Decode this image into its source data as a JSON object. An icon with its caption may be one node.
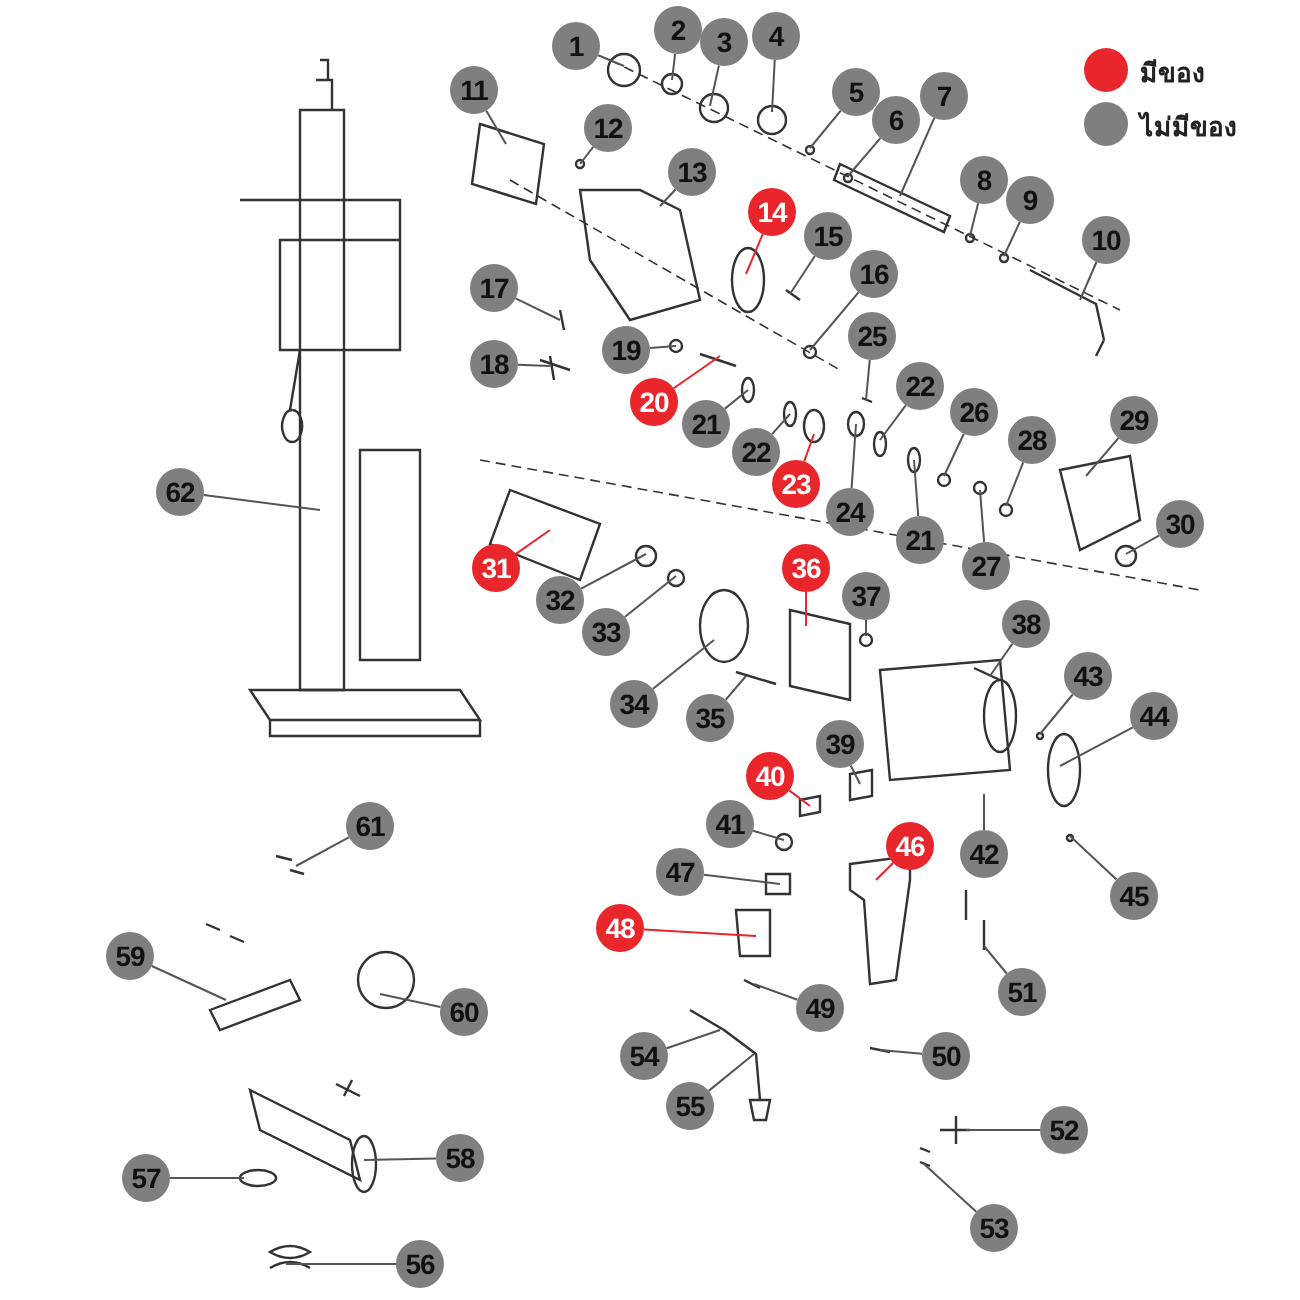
{
  "diagram": {
    "nodes": [
      {
        "text": [
          "1"
        ]
      },
      {
        "text": [
          "2"
        ]
      },
      {
        "text": [
          "3"
        ]
      },
      {
        "text": [
          "4"
        ]
      },
      {
        "text": [
          "5"
        ]
      },
      {
        "text": [
          "6"
        ]
      },
      {
        "text": [
          "7"
        ]
      },
      {
        "text": [
          "8"
        ]
      },
      {
        "text": [
          "9"
        ]
      },
      {
        "text": [
          "10"
        ]
      },
      {
        "text": [
          "11"
        ]
      },
      {
        "text": [
          "12"
        ]
      },
      {
        "text": [
          "13"
        ]
      },
      {
        "text": [
          "14"
        ]
      },
      {
        "text": [
          "15"
        ]
      },
      {
        "text": [
          "16"
        ]
      },
      {
        "text": [
          "17"
        ]
      },
      {
        "text": [
          "18"
        ]
      },
      {
        "text": [
          "19"
        ]
      },
      {
        "text": [
          "20"
        ]
      },
      {
        "text": [
          "21"
        ]
      },
      {
        "text": [
          "21"
        ]
      },
      {
        "text": [
          "22"
        ]
      },
      {
        "text": [
          "22"
        ]
      },
      {
        "text": [
          "23"
        ]
      },
      {
        "text": [
          "24"
        ]
      },
      {
        "text": [
          "25"
        ]
      },
      {
        "text": [
          "26"
        ]
      },
      {
        "text": [
          "27"
        ]
      },
      {
        "text": [
          "28"
        ]
      },
      {
        "text": [
          "29"
        ]
      },
      {
        "text": [
          "30"
        ]
      },
      {
        "text": [
          "31"
        ]
      },
      {
        "text": [
          "32"
        ]
      },
      {
        "text": [
          "33"
        ]
      },
      {
        "text": [
          "34"
        ]
      },
      {
        "text": [
          "35"
        ]
      },
      {
        "text": [
          "36"
        ]
      },
      {
        "text": [
          "37"
        ]
      },
      {
        "text": [
          "38"
        ]
      },
      {
        "text": [
          "39"
        ]
      },
      {
        "text": [
          "40"
        ]
      },
      {
        "text": [
          "41"
        ]
      },
      {
        "text": [
          "42"
        ]
      },
      {
        "text": [
          "43"
        ]
      },
      {
        "text": [
          "44"
        ]
      },
      {
        "text": [
          "45"
        ]
      },
      {
        "text": [
          "46"
        ]
      },
      {
        "text": [
          "47"
        ]
      },
      {
        "text": [
          "48"
        ]
      },
      {
        "text": [
          "49"
        ]
      },
      {
        "text": [
          "50"
        ]
      },
      {
        "text": [
          "51"
        ]
      },
      {
        "text": [
          "52"
        ]
      },
      {
        "text": [
          "53"
        ]
      },
      {
        "text": [
          "54"
        ]
      },
      {
        "text": [
          "55"
        ]
      },
      {
        "text": [
          "56"
        ]
      },
      {
        "text": [
          "57"
        ]
      },
      {
        "text": [
          "58"
        ]
      },
      {
        "text": [
          "59"
        ]
      },
      {
        "text": [
          "60"
        ]
      },
      {
        "text": [
          "61"
        ]
      },
      {
        "text": [
          "62"
        ]
      }
    ],
    "edges": [
      {
        "from": 0,
        "to": null,
        "arrow": "none"
      },
      {
        "from": 1,
        "to": null,
        "arrow": "none"
      },
      {
        "from": 2,
        "to": null,
        "arrow": "none"
      },
      {
        "from": 3,
        "to": null,
        "arrow": "none"
      },
      {
        "from": 4,
        "to": null,
        "arrow": "none"
      },
      {
        "from": 5,
        "to": null,
        "arrow": "none"
      },
      {
        "from": 6,
        "to": null,
        "arrow": "none"
      },
      {
        "from": 7,
        "to": null,
        "arrow": "none"
      },
      {
        "from": 8,
        "to": null,
        "arrow": "none"
      },
      {
        "from": 9,
        "to": null,
        "arrow": "none"
      },
      {
        "from": 10,
        "to": null,
        "arrow": "none"
      },
      {
        "from": 11,
        "to": null,
        "arrow": "none"
      },
      {
        "from": 12,
        "to": null,
        "arrow": "none"
      },
      {
        "from": 13,
        "to": null,
        "arrow": "none",
        "color": "#e8262c"
      },
      {
        "from": 14,
        "to": null,
        "arrow": "none"
      },
      {
        "from": 15,
        "to": null,
        "arrow": "none"
      },
      {
        "from": 16,
        "to": null,
        "arrow": "none"
      },
      {
        "from": 17,
        "to": null,
        "arrow": "none"
      },
      {
        "from": 18,
        "to": null,
        "arrow": "none"
      },
      {
        "from": 19,
        "to": null,
        "arrow": "none",
        "color": "#e8262c"
      },
      {
        "from": 20,
        "to": null,
        "arrow": "none"
      },
      {
        "from": 21,
        "to": null,
        "arrow": "none"
      },
      {
        "from": 22,
        "to": null,
        "arrow": "none"
      },
      {
        "from": 23,
        "to": null,
        "arrow": "none"
      },
      {
        "from": 24,
        "to": null,
        "arrow": "none",
        "color": "#e8262c"
      },
      {
        "from": 25,
        "to": null,
        "arrow": "none"
      },
      {
        "from": 26,
        "to": null,
        "arrow": "none"
      },
      {
        "from": 27,
        "to": null,
        "arrow": "none"
      },
      {
        "from": 28,
        "to": null,
        "arrow": "none"
      },
      {
        "from": 29,
        "to": null,
        "arrow": "none"
      },
      {
        "from": 30,
        "to": null,
        "arrow": "none"
      },
      {
        "from": 31,
        "to": null,
        "arrow": "none"
      },
      {
        "from": 32,
        "to": null,
        "arrow": "none",
        "color": "#e8262c"
      },
      {
        "from": 33,
        "to": null,
        "arrow": "none"
      },
      {
        "from": 34,
        "to": null,
        "arrow": "none"
      },
      {
        "from": 35,
        "to": null,
        "arrow": "none"
      },
      {
        "from": 36,
        "to": null,
        "arrow": "none"
      },
      {
        "from": 37,
        "to": null,
        "arrow": "none",
        "color": "#e8262c"
      },
      {
        "from": 38,
        "to": null,
        "arrow": "none"
      },
      {
        "from": 39,
        "to": null,
        "arrow": "none"
      },
      {
        "from": 40,
        "to": null,
        "arrow": "none"
      },
      {
        "from": 41,
        "to": null,
        "arrow": "none",
        "color": "#e8262c"
      },
      {
        "from": 42,
        "to": null,
        "arrow": "none"
      },
      {
        "from": 43,
        "to": null,
        "arrow": "none"
      },
      {
        "from": 44,
        "to": null,
        "arrow": "none"
      },
      {
        "from": 45,
        "to": null,
        "arrow": "none"
      },
      {
        "from": 46,
        "to": null,
        "arrow": "none"
      },
      {
        "from": 47,
        "to": null,
        "arrow": "none",
        "color": "#e8262c"
      },
      {
        "from": 48,
        "to": null,
        "arrow": "none"
      },
      {
        "from": 49,
        "to": null,
        "arrow": "none",
        "color": "#e8262c"
      },
      {
        "from": 50,
        "to": null,
        "arrow": "none"
      },
      {
        "from": 51,
        "to": null,
        "arrow": "none"
      },
      {
        "from": 52,
        "to": null,
        "arrow": "none"
      },
      {
        "from": 53,
        "to": null,
        "arrow": "none"
      },
      {
        "from": 54,
        "to": null,
        "arrow": "none"
      },
      {
        "from": 55,
        "to": null,
        "arrow": "none"
      },
      {
        "from": 56,
        "to": null,
        "arrow": "none"
      },
      {
        "from": 57,
        "to": null,
        "arrow": "none"
      },
      {
        "from": 58,
        "to": null,
        "arrow": "none"
      },
      {
        "from": 59,
        "to": null,
        "arrow": "none"
      },
      {
        "from": 60,
        "to": null,
        "arrow": "none"
      },
      {
        "from": 61,
        "to": null,
        "arrow": "none"
      },
      {
        "from": 62,
        "to": null,
        "arrow": "none"
      },
      {
        "from": 63,
        "to": null,
        "arrow": "none"
      }
    ],
    "legend": [
      {
        "text": "มีของ",
        "color": "#e8262c"
      },
      {
        "text": "ไม่มีของ",
        "color": "#7f7f7f"
      }
    ]
  }
}
